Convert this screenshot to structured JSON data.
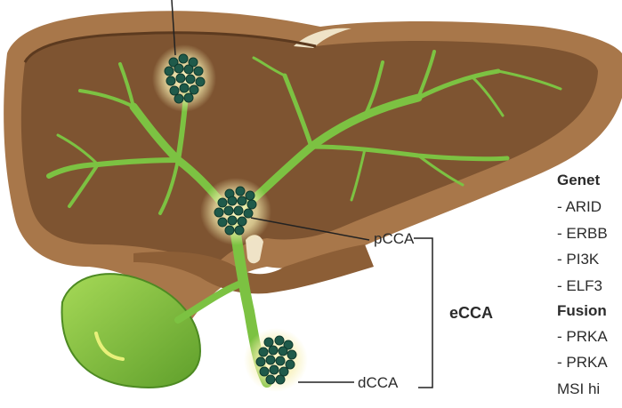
{
  "diagram": {
    "labels": {
      "pcca": "pCCA",
      "dcca": "dCCA",
      "ecca": "eCCA"
    },
    "side_text": {
      "genetics_header": "Genet",
      "genetics_items": [
        "- ARID",
        "- ERBB",
        "- PI3K",
        "- ELF3"
      ],
      "fusion_header": "Fusion",
      "fusion_items": [
        "- PRKA",
        "- PRKA"
      ],
      "footer": "MSI hi"
    },
    "colors": {
      "liver_outer": "#a8774a",
      "liver_inner": "#7e5431",
      "liver_rim": "#6a4427",
      "bile_duct": "#7cc242",
      "gallbladder": "#7fbf3a",
      "tumor": "#1f5a4a",
      "tumor_glow": "#fff6b8"
    }
  }
}
